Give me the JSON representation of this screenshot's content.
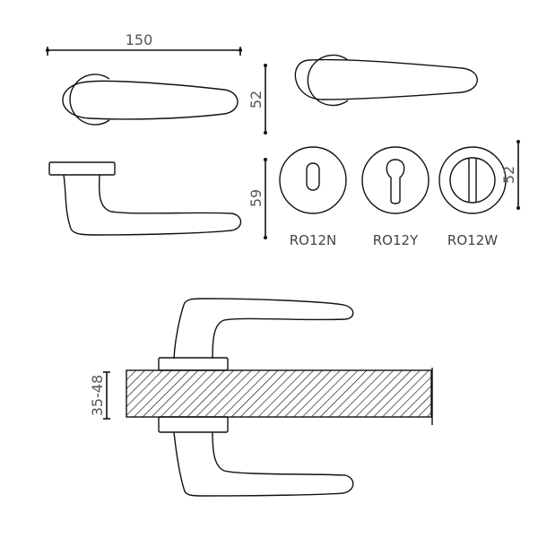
{
  "drawing": {
    "background": "#ffffff",
    "line_color": "#111111",
    "text_color": "#555555"
  },
  "dimensions": {
    "handle_length": "150",
    "rose_height_top": "52",
    "handle_depth": "59",
    "escutcheon_diameter": "52",
    "door_thickness": "35-48"
  },
  "escutcheons": [
    {
      "code": "RO12N",
      "type": "keyhole"
    },
    {
      "code": "RO12Y",
      "type": "euro-cylinder"
    },
    {
      "code": "RO12W",
      "type": "wc-turn"
    }
  ]
}
